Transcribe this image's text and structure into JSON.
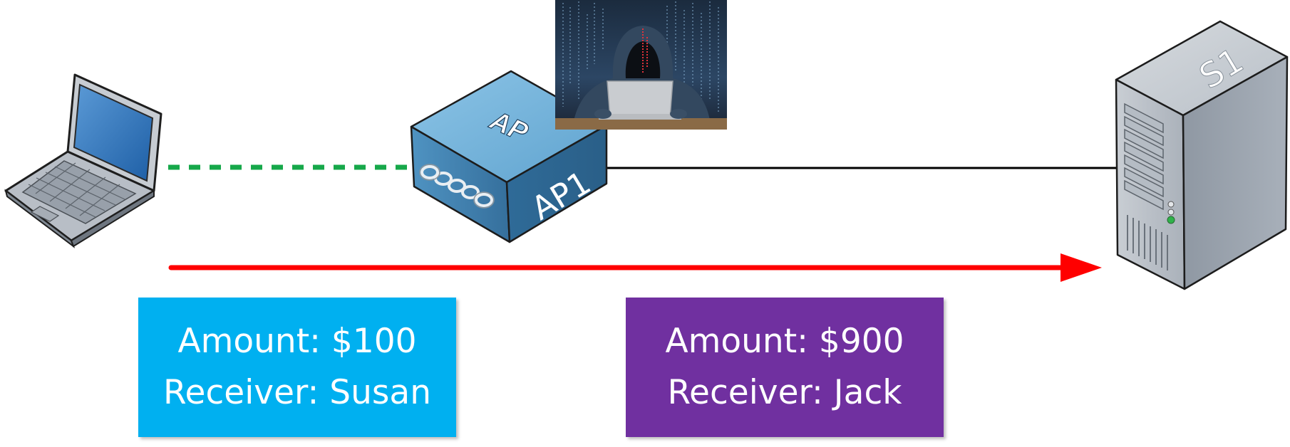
{
  "colors": {
    "wireless_link": "#16a84a",
    "wired_link": "#000000",
    "traffic_arrow": "#ff0000",
    "original_message_box": "#00b0f0",
    "modified_message_box": "#7030a0",
    "ap_blue": "#3f84b4",
    "server_grey": "#b4bbc4"
  },
  "devices": {
    "laptop": {
      "icon": "laptop-icon"
    },
    "access_point": {
      "icon": "wireless-access-point-icon",
      "top_label": "AP",
      "side_label": "AP1"
    },
    "attacker": {
      "icon": "hooded-hacker-photo"
    },
    "server": {
      "icon": "server-tower-icon",
      "label": "S1"
    }
  },
  "links": {
    "laptop_to_ap": {
      "type": "wireless",
      "style": "dashed"
    },
    "ap_to_server": {
      "type": "wired",
      "style": "solid"
    }
  },
  "messages": {
    "original": {
      "amount": "Amount: $100",
      "receiver": "Receiver: Susan"
    },
    "modified": {
      "amount": "Amount: $900",
      "receiver": "Receiver: Jack"
    }
  }
}
